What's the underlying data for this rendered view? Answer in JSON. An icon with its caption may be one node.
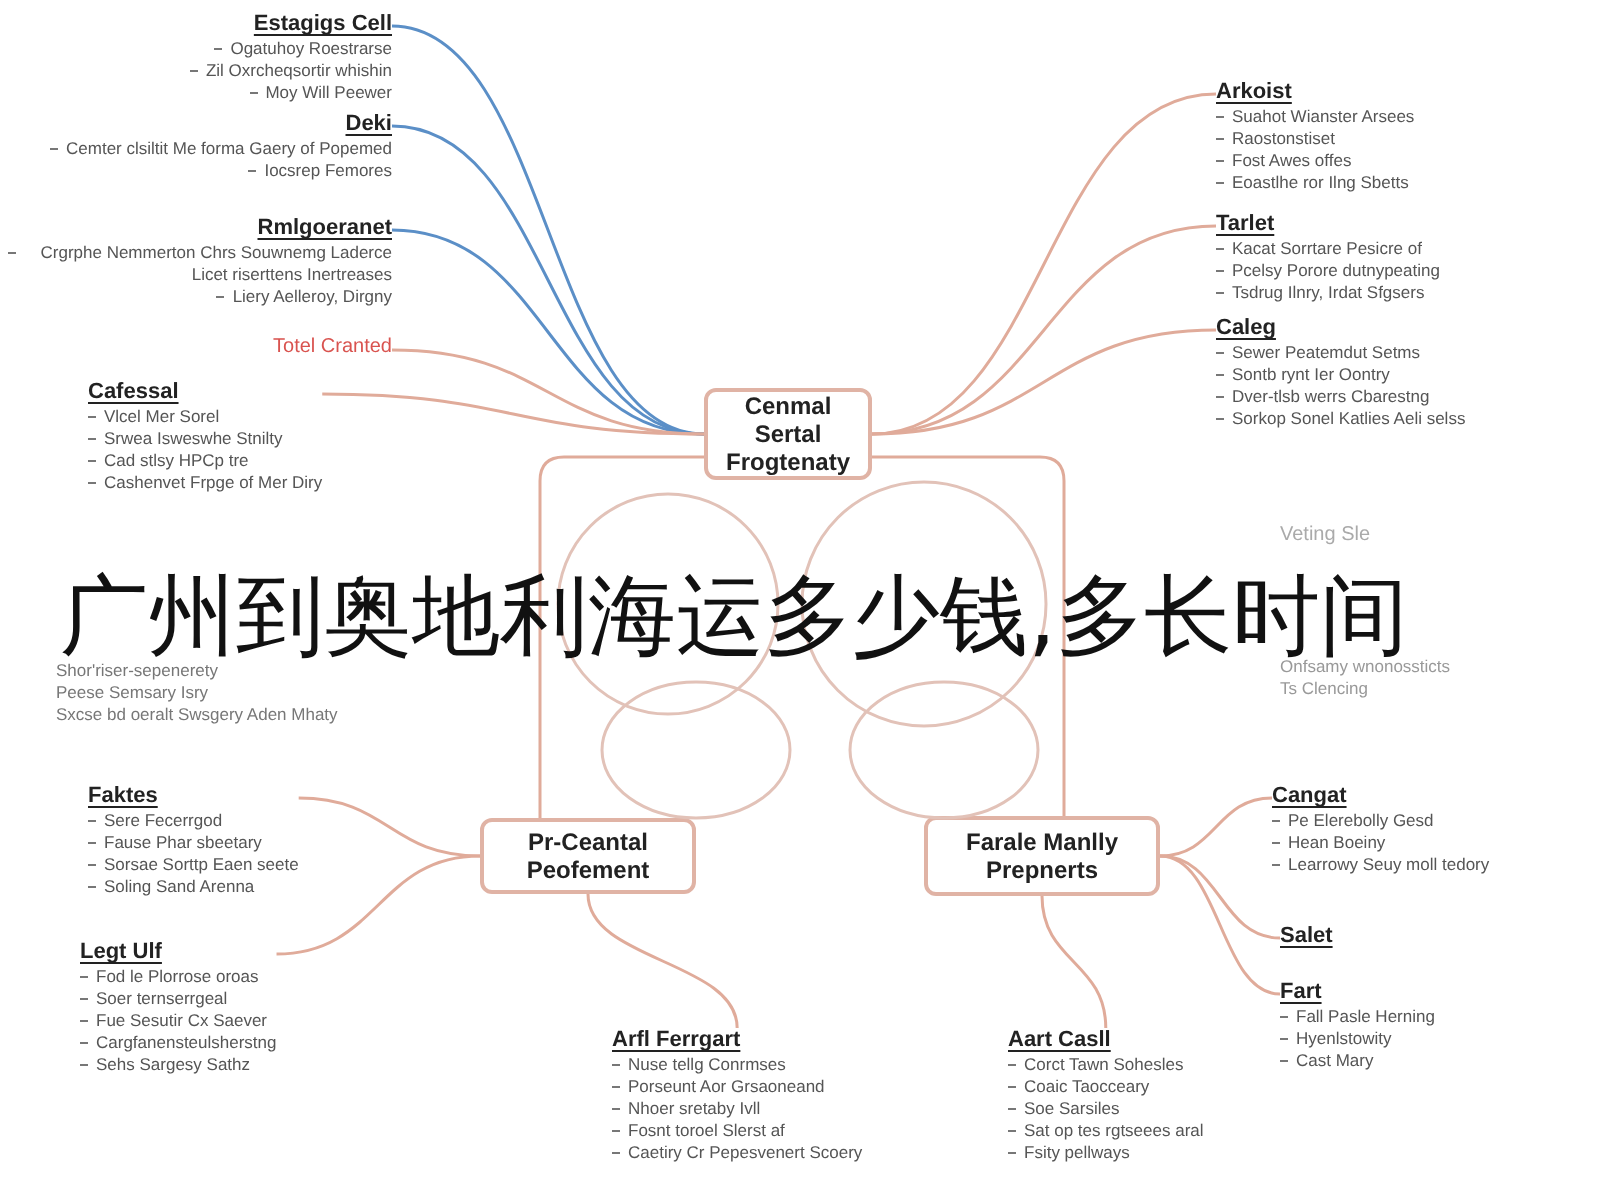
{
  "diagram": {
    "title": "广州到奥地利海运多少钱,多长时间",
    "nodes": [
      {
        "text": [
          "Cenmal Sertal Frogtenaty"
        ]
      },
      {
        "text": [
          "Estagigs Cell",
          "Ogatuhoy Roestrarse",
          "Zil Oxrcheqsortir whishin",
          "Moy Will Peewer"
        ]
      },
      {
        "text": [
          "Deki",
          "Cemter clsiltit Me forma Gaery of Popemed",
          "Iocsrep Femores"
        ]
      },
      {
        "text": [
          "Rmlgoeranet",
          "Crgrphe Nemmerton Chrs Souwnemg Laderce Licet riserttens Inertreases",
          "Liery Aelleroy, Dirgny"
        ]
      },
      {
        "text": [
          "Totel Cranted"
        ]
      },
      {
        "text": [
          "Cafessal",
          "Vlcel Mer Sorel",
          "Srwea Isweswhe Stnilty",
          "Cad stlsy HPCp tre",
          "Cashenvet Frpge of Mer Diry"
        ]
      },
      {
        "text": [
          "Arkoist",
          "Suahot Wianster Arsees",
          "Raostonstiset",
          "Fost Awes offes",
          "Eoastlhe ror Ilng Sbetts"
        ]
      },
      {
        "text": [
          "Tarlet",
          "Kacat Sorrtare Pesicre of",
          "Pcelsy Porore dutnypeating",
          "Tsdrug Ilnry, Irdat Sfgsers"
        ]
      },
      {
        "text": [
          "Caleg",
          "Sewer Peatemdut Setms",
          "Sontb rynt Ier Oontry",
          "Dver-tlsb werrs Cbarestng",
          "Sorkop Sonel Katlies Aeli selss"
        ]
      },
      {
        "text": [
          "Pr-Ceantal Peofement"
        ]
      },
      {
        "text": [
          "Faktes",
          "Sere Fecerrgod",
          "Fause Phar sbeetary",
          "Sorsae Sorttp Eaen seete",
          "Soling Sand Arenna"
        ]
      },
      {
        "text": [
          "Legt Ulf",
          "Fod le Plorrose oroas",
          "Soer ternserrgeal",
          "Fue Sesutir Cx Saever",
          "Cargfanensteulsherstng",
          "Sehs Sargesy Sathz"
        ]
      },
      {
        "text": [
          "Arfl Ferrgart",
          "Nuse tellg Conrmses",
          "Porseunt Aor Grsaoneand",
          "Nhoer sretaby Ivll",
          "Fosnt toroel Slerst af",
          "Caetiry Cr Pepesvenert Scoery"
        ]
      },
      {
        "text": [
          "Farale Manlly Prepnerts"
        ]
      },
      {
        "text": [
          "Cangat",
          "Pe Elerebolly Gesd",
          "Hean Boeiny",
          "Learrowy Seuy moll tedory"
        ]
      },
      {
        "text": [
          "Salet"
        ]
      },
      {
        "text": [
          "Fart",
          "Fall Pasle Herning",
          "Hyenlstowity",
          "Cast Mary"
        ]
      },
      {
        "text": [
          "Aart Casll",
          "Corct Tawn Sohesles",
          "Coaic Taocceary",
          "Soe Sarsiles",
          "Sat op tes rgtseees aral",
          "Fsity pellways"
        ]
      },
      {
        "text": [],
        "shape": "circle"
      },
      {
        "text": [],
        "shape": "circle"
      },
      {
        "text": [],
        "shape": "circle"
      },
      {
        "text": [],
        "shape": "circle"
      }
    ],
    "edges": [
      {
        "from": 0,
        "to": 1,
        "arrow": "none",
        "color": "#5b8fc7"
      },
      {
        "from": 0,
        "to": 2,
        "arrow": "none",
        "color": "#5b8fc7"
      },
      {
        "from": 0,
        "to": 3,
        "arrow": "none",
        "color": "#5b8fc7"
      },
      {
        "from": 0,
        "to": 4,
        "arrow": "none"
      },
      {
        "from": 0,
        "to": 5,
        "arrow": "none"
      },
      {
        "from": 0,
        "to": 6,
        "arrow": "none"
      },
      {
        "from": 0,
        "to": 7,
        "arrow": "none"
      },
      {
        "from": 0,
        "to": 8,
        "arrow": "none"
      },
      {
        "from": 0,
        "to": 9,
        "arrow": "none"
      },
      {
        "from": 0,
        "to": 13,
        "arrow": "none"
      },
      {
        "from": 9,
        "to": 10,
        "arrow": "none"
      },
      {
        "from": 9,
        "to": 11,
        "arrow": "none"
      },
      {
        "from": 9,
        "to": 12,
        "arrow": "none"
      },
      {
        "from": 13,
        "to": 14,
        "arrow": "none"
      },
      {
        "from": 13,
        "to": 15,
        "arrow": "none"
      },
      {
        "from": 13,
        "to": 16,
        "arrow": "none"
      },
      {
        "from": 13,
        "to": 17,
        "arrow": "none"
      }
    ],
    "labels": [
      "Shor'riser-sepenerety",
      "Peese Semsary Isry",
      "Sxcse bd oeralt Swsgery Aden Mhaty",
      "Veting Sle",
      "Onfsamy wnonossticts",
      "Ts Clencing"
    ]
  }
}
